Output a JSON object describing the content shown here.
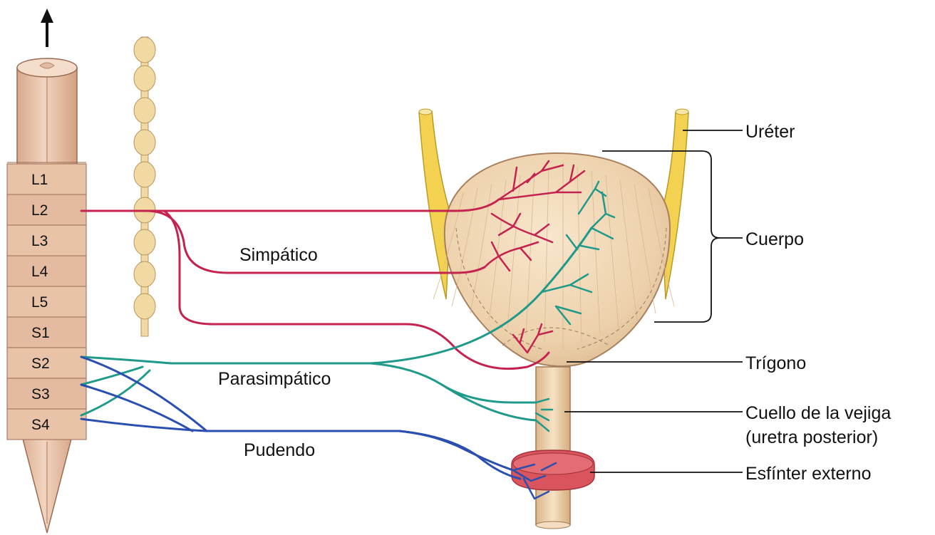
{
  "spinal_segments": [
    "L1",
    "L2",
    "L3",
    "L4",
    "L5",
    "S1",
    "S2",
    "S3",
    "S4"
  ],
  "labels": {
    "sympathetic": "Simpático",
    "parasympathetic": "Parasimpático",
    "pudendal": "Pudendo",
    "ureter": "Uréter",
    "body": "Cuerpo",
    "trigone": "Trígono",
    "bladder_neck_1": "Cuello de la vejiga",
    "bladder_neck_2": "(uretra posterior)",
    "external_sphincter": "Esfínter externo"
  },
  "colors": {
    "sympathetic": "#c4234f",
    "parasympathetic": "#1f9a8a",
    "pudendal": "#2b4fb0",
    "cord": "#e8c4ab",
    "chain": "#f0d9a2",
    "ureter": "#f2d250",
    "bladder": "#f1d8b8",
    "sphincter": "#d9545d"
  }
}
